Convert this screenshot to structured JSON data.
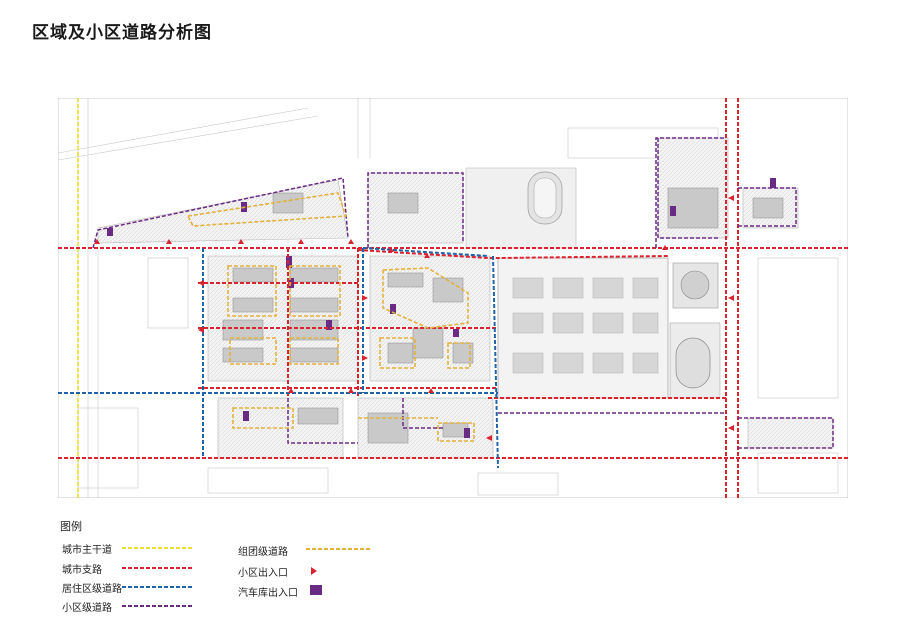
{
  "title": "区域及小区道路分析图",
  "legend": {
    "heading": "图例",
    "items": [
      {
        "label": "城市主干道",
        "color": "#e8e02a",
        "kind": "line"
      },
      {
        "label": "城市支路",
        "color": "#d9232e",
        "kind": "line"
      },
      {
        "label": "居住区级道路",
        "color": "#1f64a8",
        "kind": "line"
      },
      {
        "label": "小区级道路",
        "color": "#6a2b85",
        "kind": "line"
      },
      {
        "label": "组团级道路",
        "color": "#e3b23c",
        "kind": "line"
      },
      {
        "label": "小区出入口",
        "color": "#d9232e",
        "kind": "triangle"
      },
      {
        "label": "汽车库出入口",
        "color": "#6a2b85",
        "kind": "rect"
      }
    ]
  }
}
